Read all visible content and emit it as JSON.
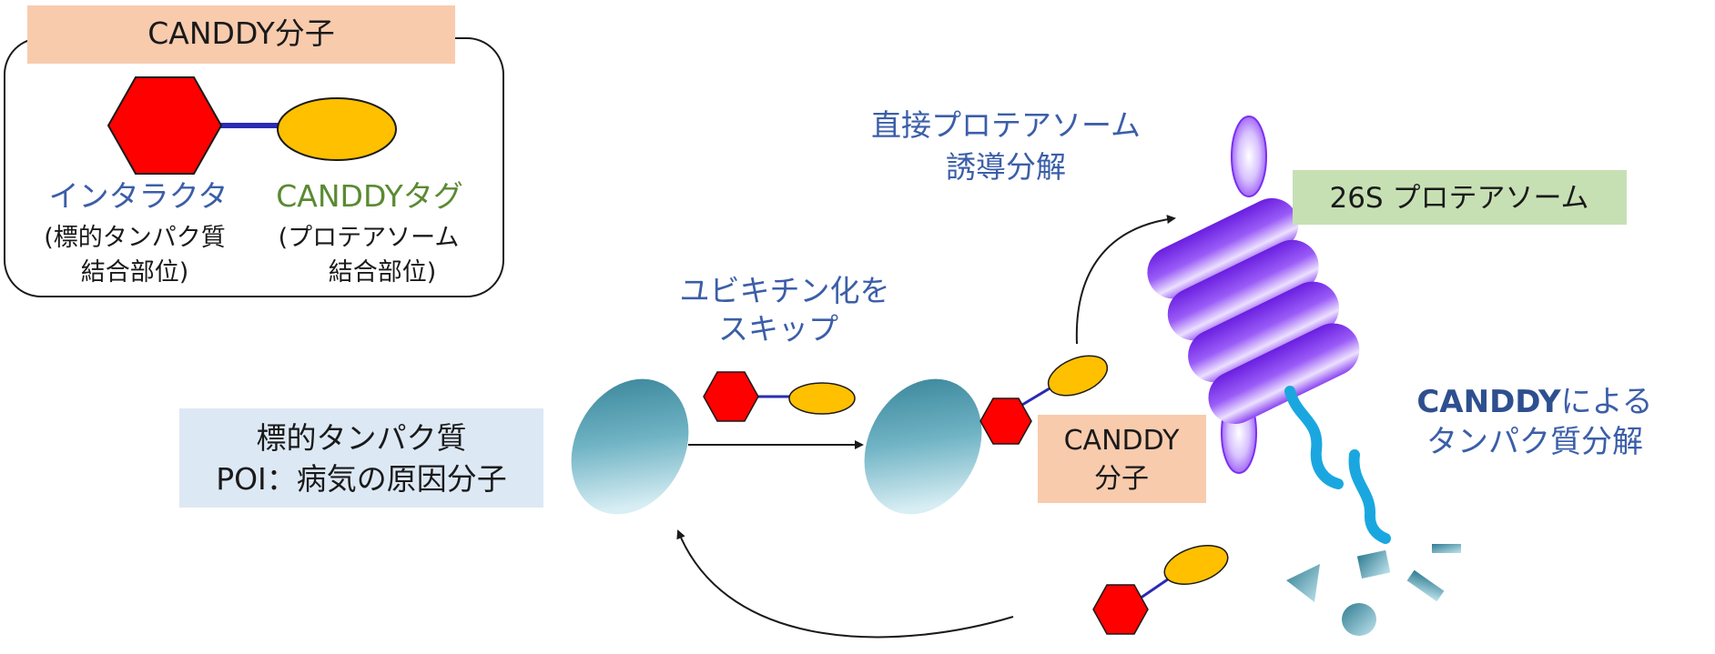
{
  "legend": {
    "title": "CANDDY分子",
    "interactor_label": "インタラクタ",
    "interactor_sub1": "(標的タンパク質",
    "interactor_sub2": "結合部位)",
    "tag_label": "CANDDYタグ",
    "tag_sub1": "(プロテアソーム",
    "tag_sub2": "結合部位)"
  },
  "poi_box": {
    "line1": "標的タンパク質",
    "line2": "POI：病気の原因分子"
  },
  "ubiquitin_skip": {
    "line1": "ユビキチン化を",
    "line2": "スキップ"
  },
  "direct_degradation": {
    "line1": "直接プロテアソーム",
    "line2": "誘導分解"
  },
  "proteasome_box": {
    "label": "26S プロテアソーム"
  },
  "canddy_box": {
    "line1": "CANDDY",
    "line2": "分子"
  },
  "degradation": {
    "bold": "CANDDY",
    "line1_rest": "による",
    "line2": "タンパク質分解"
  },
  "colors": {
    "hexagon": "#ff0000",
    "ellipse": "#ffc000",
    "linker": "#2b2bb3",
    "protein": "#3a8ea3",
    "proteasome": "#7b2ff0",
    "peptide": "#1aa7e0",
    "legend_title_bg": "#f8cbad",
    "poi_bg": "#dde8f5",
    "proteasome_label_bg": "#c6e0b4"
  }
}
